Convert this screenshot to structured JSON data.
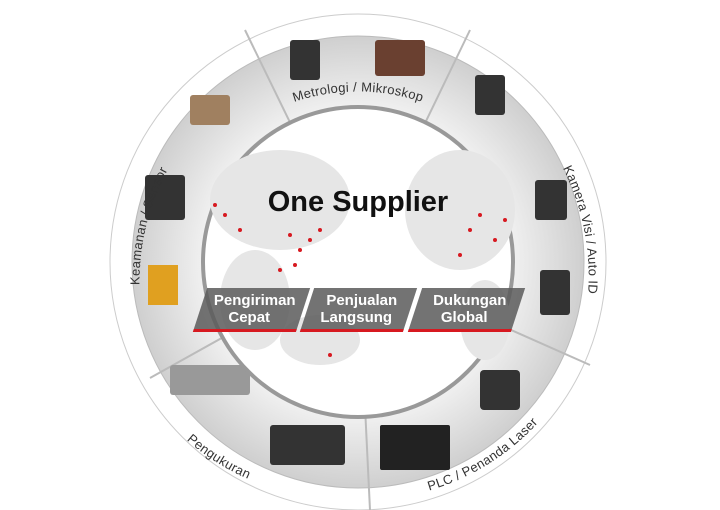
{
  "title": "One Supplier",
  "segments": {
    "top": "Metrologi / Mikroskop",
    "right": "Kamera Visi / Auto ID",
    "bottom_right": "PLC / Penanda Laser",
    "bottom_left": "Pengukuran",
    "left": "Keamanan / Sensor"
  },
  "band": [
    {
      "line1": "Pengiriman",
      "line2": "Cepat"
    },
    {
      "line1": "Penjualan",
      "line2": "Langsung"
    },
    {
      "line1": "Dukungan",
      "line2": "Global"
    }
  ],
  "colors": {
    "accent": "#d71920",
    "band": "#5a5a5a"
  }
}
